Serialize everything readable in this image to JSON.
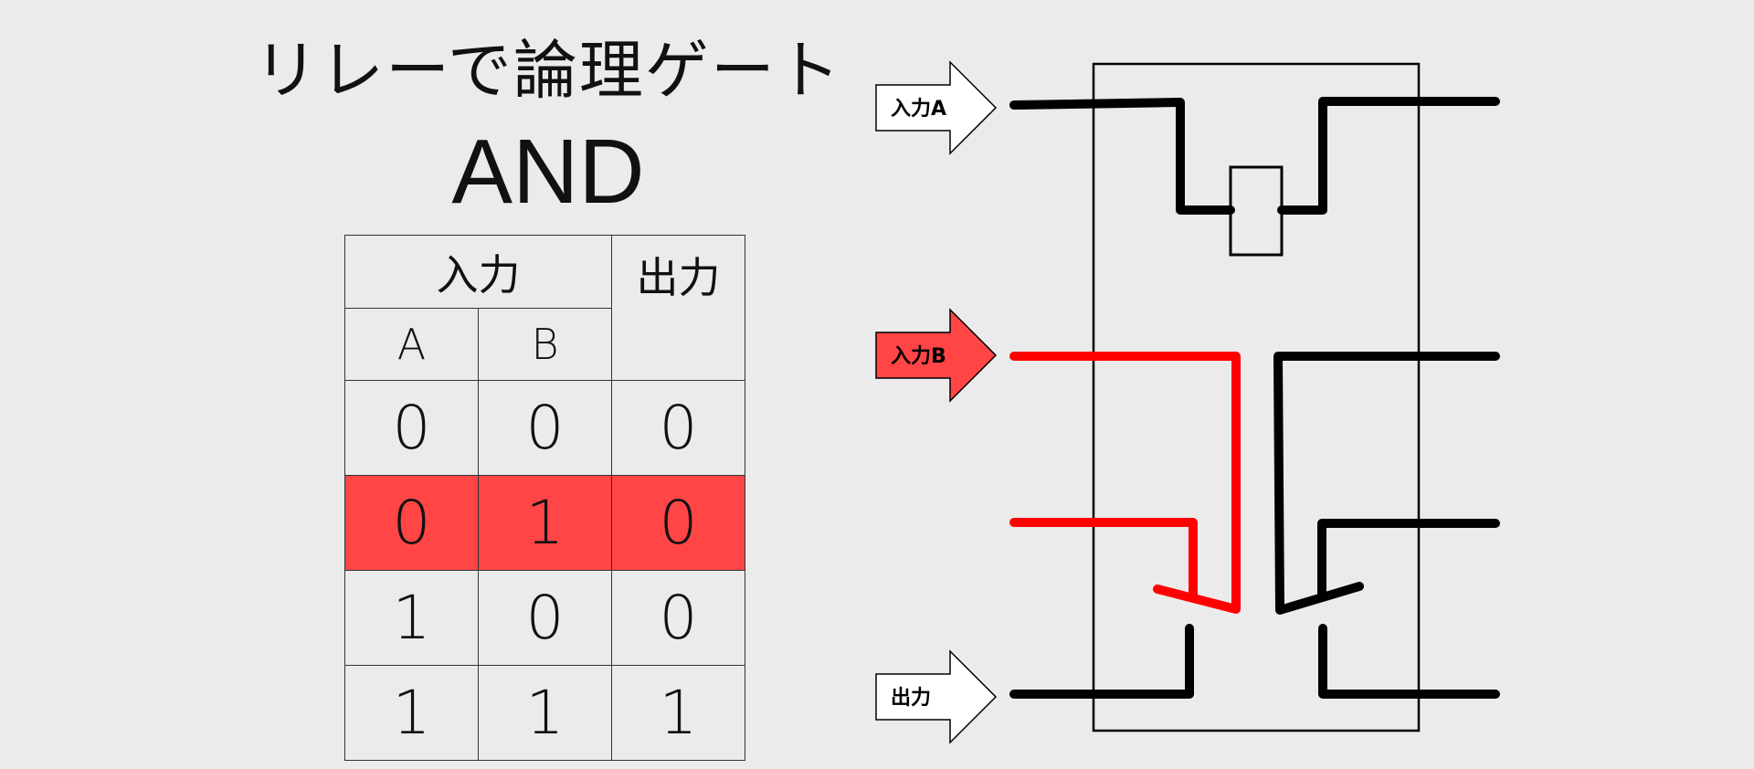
{
  "title": "リレーで論理ゲート",
  "subtitle": "AND",
  "truth_table": {
    "header_group": "入力",
    "header_output": "出力",
    "col_a": "A",
    "col_b": "B",
    "rows": [
      {
        "a": "0",
        "b": "0",
        "out": "0",
        "highlighted": false
      },
      {
        "a": "0",
        "b": "1",
        "out": "0",
        "highlighted": true
      },
      {
        "a": "1",
        "b": "0",
        "out": "0",
        "highlighted": false
      },
      {
        "a": "1",
        "b": "1",
        "out": "1",
        "highlighted": false
      }
    ]
  },
  "diagram": {
    "arrows": [
      {
        "id": "input-a",
        "label": "入力A",
        "active": false
      },
      {
        "id": "input-b",
        "label": "入力B",
        "active": true
      },
      {
        "id": "output",
        "label": "出力",
        "active": false
      }
    ],
    "colors": {
      "background": "#ebebeb",
      "active": "#ff0000",
      "highlight": "#ff4545",
      "wire": "#000000"
    }
  }
}
